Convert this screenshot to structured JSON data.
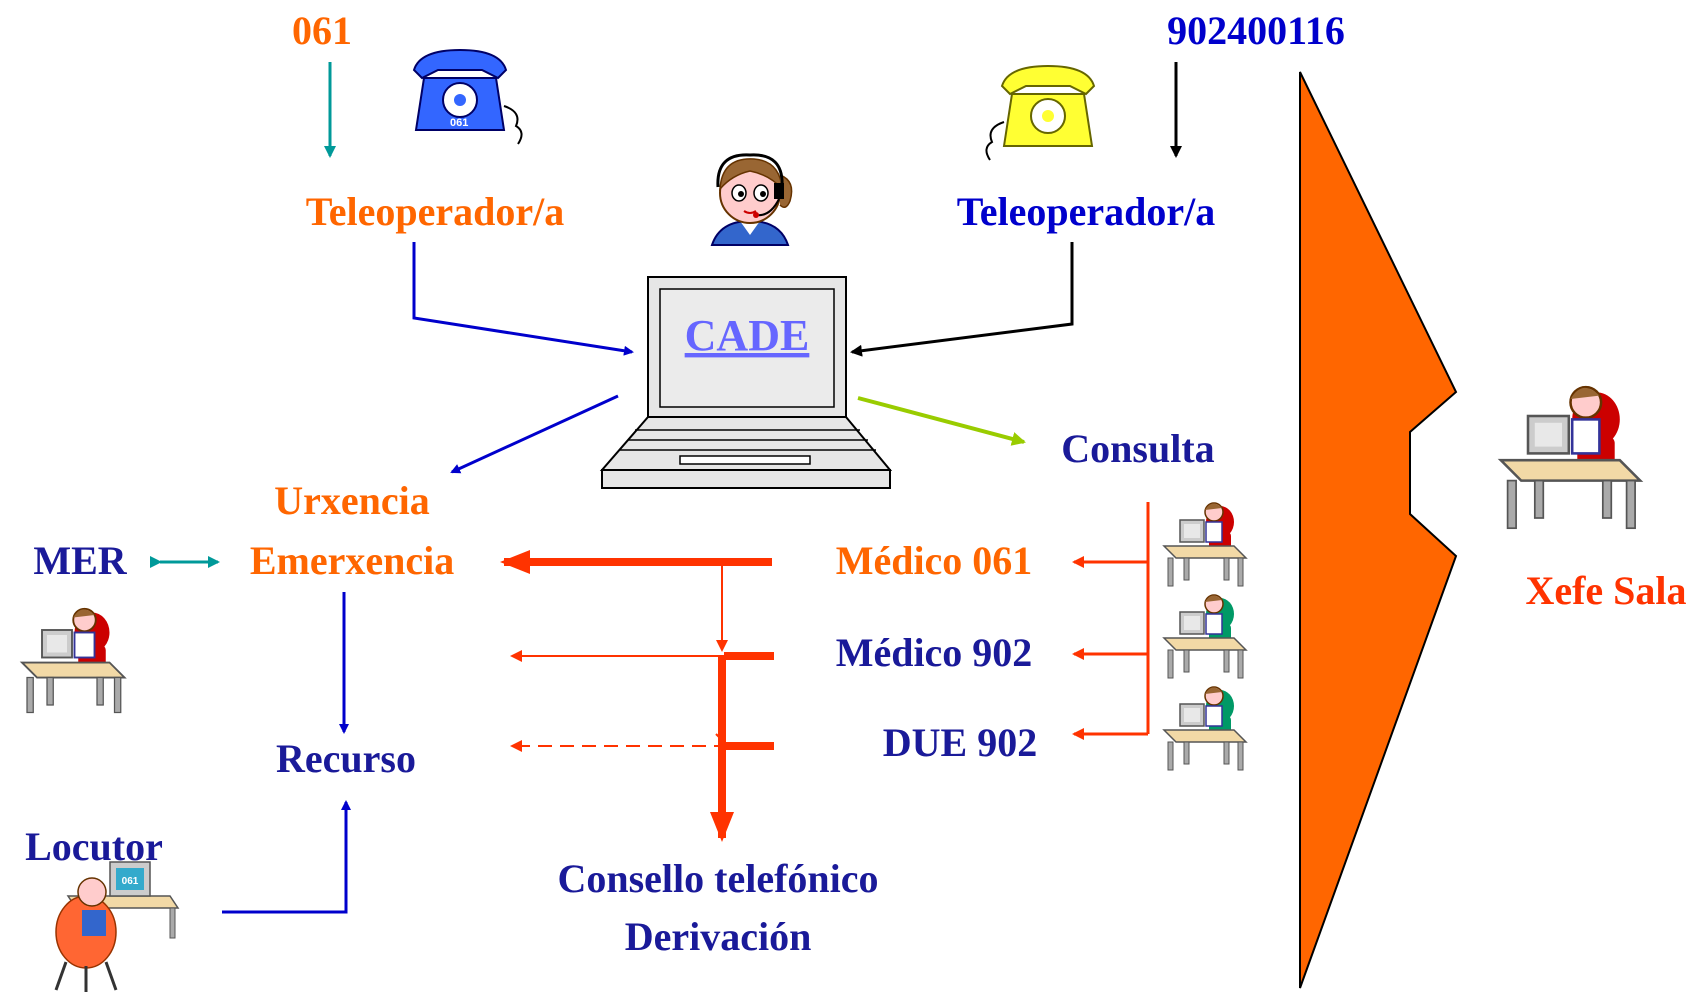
{
  "labels": {
    "phone_061": "061",
    "phone_902": "902400116",
    "teleoperador_left": "Teleoperador/a",
    "teleoperador_right": "Teleoperador/a",
    "cade": "CADE",
    "urxencia": "Urxencia",
    "emerxencia": "Emerxencia",
    "mer": "MER",
    "consulta": "Consulta",
    "medico_061": "Médico 061",
    "medico_902": "Médico 902",
    "due_902": "DUE 902",
    "recurso": "Recurso",
    "locutor": "Locutor",
    "consello": "Consello telefónico",
    "derivacion": "Derivación",
    "xefe_sala": "Xefe Sala",
    "phone_badge": "061",
    "screen_badge": "061"
  },
  "icons": {
    "phone_blue": "telephone-icon",
    "phone_yellow": "telephone-icon",
    "operator": "headset-operator-icon",
    "laptop": "laptop-icon",
    "workstation": "desk-workstation-icon"
  },
  "colors": {
    "orange": "#ff6600",
    "navy": "#1a1a99",
    "blue": "#0000cc",
    "red_orange": "#ff3300",
    "teal": "#009999",
    "lime": "#99cc00",
    "cade_link": "#6666ff"
  }
}
